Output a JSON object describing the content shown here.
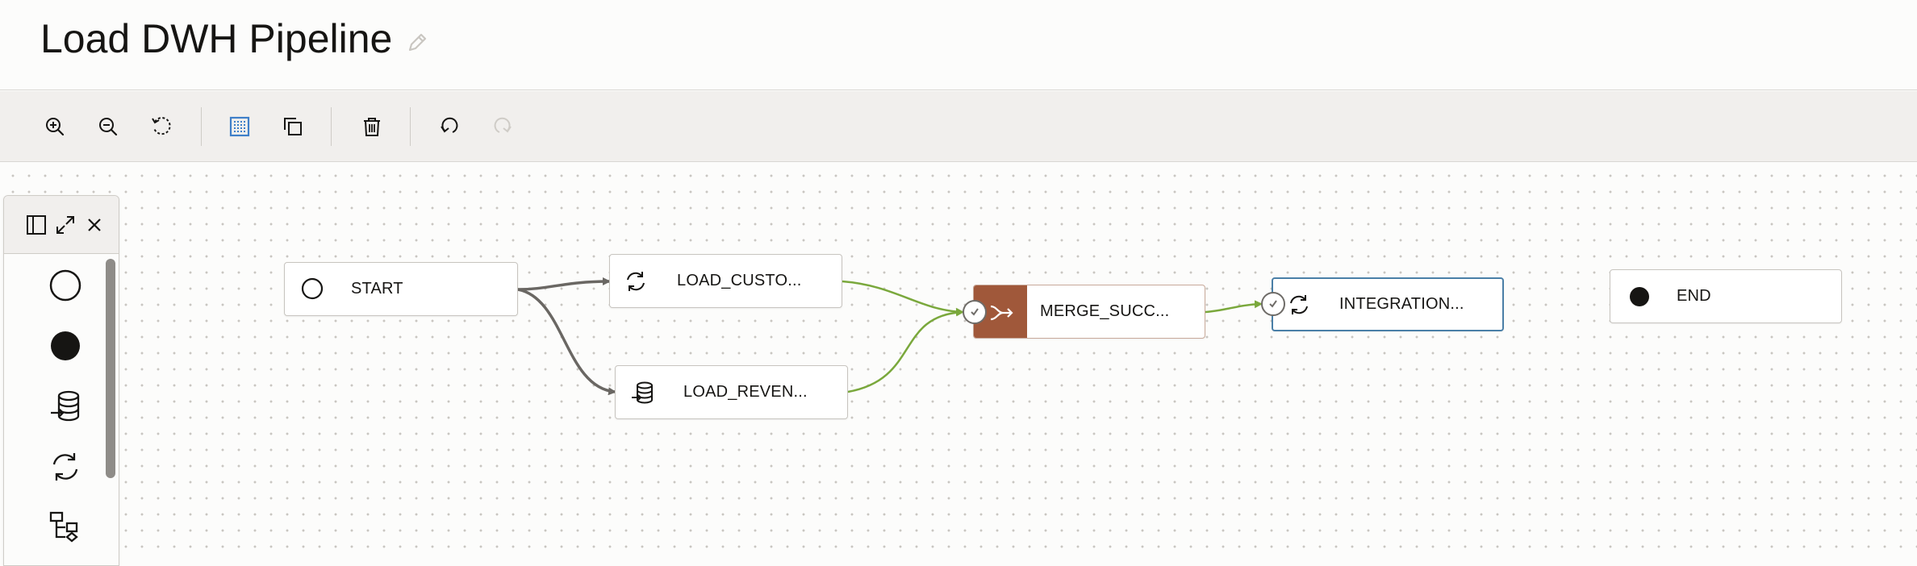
{
  "header": {
    "title": "Load DWH Pipeline",
    "edit_icon": "pencil-icon"
  },
  "toolbar": {
    "buttons": [
      {
        "name": "zoom-in",
        "icon": "zoom-in-icon"
      },
      {
        "name": "zoom-out",
        "icon": "zoom-out-icon"
      },
      {
        "name": "reset-zoom",
        "icon": "reset-icon"
      },
      {
        "name": "grid",
        "icon": "grid-icon",
        "active": true
      },
      {
        "name": "duplicate",
        "icon": "copy-icon"
      },
      {
        "name": "delete",
        "icon": "trash-icon"
      },
      {
        "name": "undo",
        "icon": "undo-icon"
      },
      {
        "name": "redo",
        "icon": "redo-icon",
        "disabled": true
      }
    ]
  },
  "palette": {
    "header_icons": [
      "panel-icon",
      "expand-icon",
      "close-icon"
    ],
    "items": [
      {
        "name": "start-operator",
        "icon": "empty-circle-icon"
      },
      {
        "name": "end-operator",
        "icon": "filled-circle-icon"
      },
      {
        "name": "data-loader-operator",
        "icon": "database-load-icon"
      },
      {
        "name": "integration-operator",
        "icon": "refresh-icon"
      },
      {
        "name": "decision-operator",
        "icon": "flow-icon"
      }
    ]
  },
  "nodes": {
    "start": {
      "label": "START",
      "icon": "empty-circle-icon"
    },
    "load_customers": {
      "label": "LOAD_CUSTO...",
      "icon": "refresh-icon"
    },
    "load_revenue": {
      "label": "LOAD_REVEN...",
      "icon": "database-load-icon"
    },
    "merge": {
      "label": "MERGE_SUCC...",
      "icon": "merge-icon"
    },
    "integration": {
      "label": "INTEGRATION...",
      "icon": "refresh-icon"
    },
    "end": {
      "label": "END",
      "icon": "filled-circle-icon"
    }
  },
  "colors": {
    "accent_blue": "#3f7fc9",
    "merge_brown": "#a0583a",
    "success_edge": "#7aa83c",
    "default_edge": "#6a6763",
    "selected_border": "#4a7fa7"
  }
}
